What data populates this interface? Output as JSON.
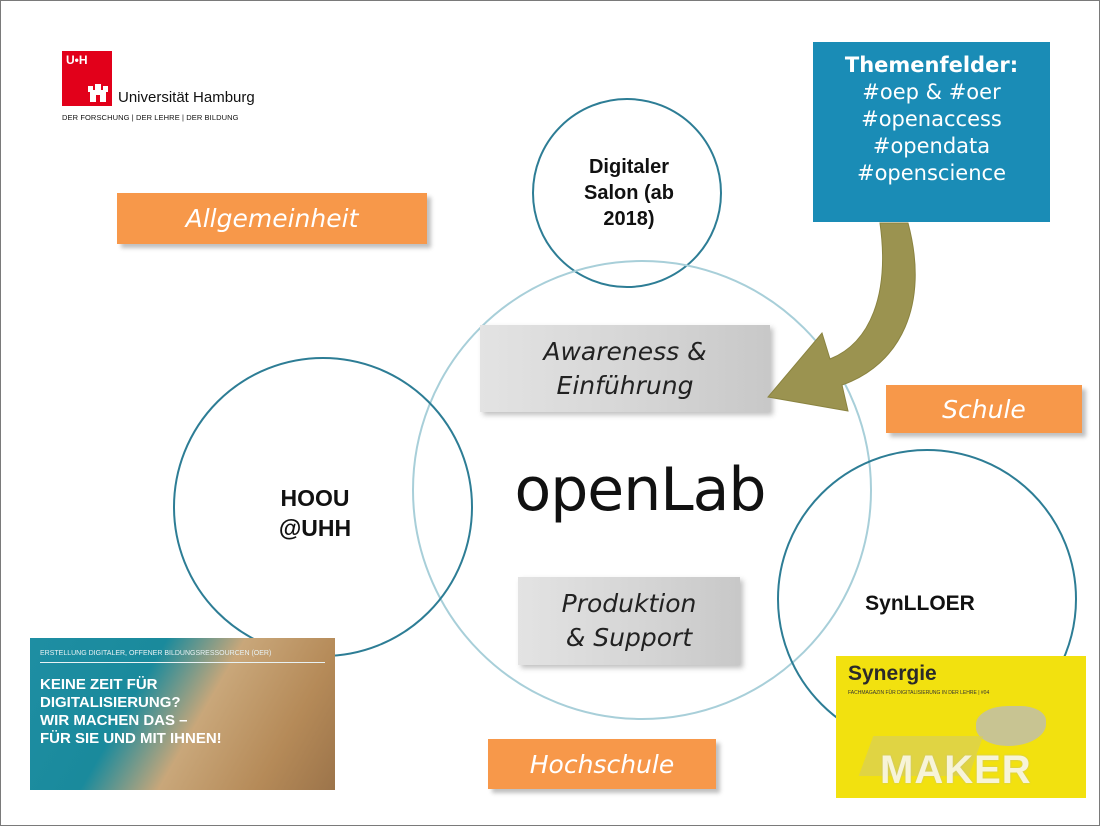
{
  "logo": {
    "mark": "U•H",
    "name": "Universität Hamburg",
    "tagline": "DER FORSCHUNG | DER LEHRE | DER BILDUNG"
  },
  "themen": {
    "title": "Themenfelder:",
    "items": [
      "#oep & #oer",
      "#openaccess",
      "#opendata",
      "#openscience"
    ]
  },
  "circles": {
    "salon": "Digitaler Salon (ab 2018)",
    "hoou": [
      "HOOU",
      "@UHH"
    ],
    "center": "openLab",
    "synlloer": "SynLLOER"
  },
  "boxes": {
    "allgemeinheit": "Allgemeinheit",
    "schule": "Schule",
    "hochschule": "Hochschule",
    "awareness": [
      "Awareness &",
      "Einführung"
    ],
    "produktion": [
      "Produktion",
      "& Support"
    ]
  },
  "poster": {
    "subtitle": "ERSTELLUNG DIGITALER, OFFENER BILDUNGSRESSOURCEN (OER)",
    "lines": [
      "KEINE ZEIT FÜR",
      "DIGITALISIERUNG?",
      "WIR MACHEN DAS –",
      "FÜR SIE UND MIT IHNEN!"
    ]
  },
  "magazine": {
    "title": "Synergie",
    "subtitle": "FACHMAGAZIN FÜR DIGITALISIERUNG IN DER LEHRE | #04",
    "headline": "MAKER"
  },
  "colors": {
    "circle_stroke": "#2d7d95",
    "themen_bg": "#1a8cb6",
    "orange": "#f7984a",
    "arrow": "#9b9350",
    "logo_red": "#e2001a"
  }
}
